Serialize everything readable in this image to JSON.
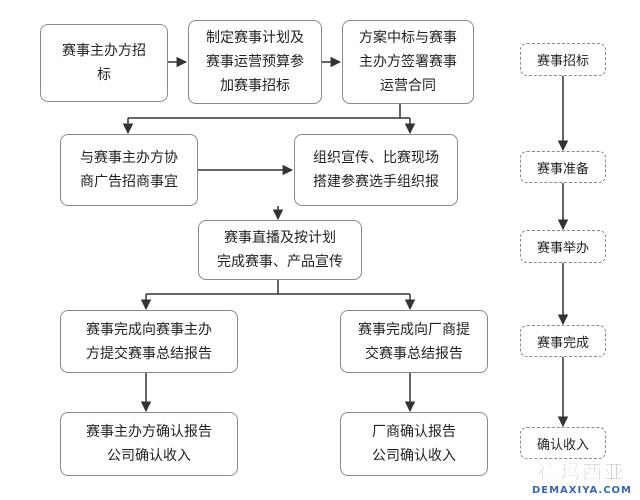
{
  "nodes": {
    "n1": "赛事主办方招\n标",
    "n2": "制定赛事计划及\n赛事运营预算参\n加赛事招标",
    "n3": "方案中标与赛事\n主办方签署赛事\n运营合同",
    "n4": "与赛事主办方协\n商广告招商事宜",
    "n5": "组织宣传、比赛现场\n搭建参赛选手组织报",
    "n6": "赛事直播及按计划\n完成赛事、产品宣传",
    "n7": "赛事完成向赛事主办\n方提交赛事总结报告",
    "n8": "赛事完成向厂商提\n交赛事总结报告",
    "n9": "赛事主办方确认报告\n公司确认收入",
    "n10": "厂商确认报告\n公司确认收入"
  },
  "stages": [
    "赛事招标",
    "赛事准备",
    "赛事举办",
    "赛事完成",
    "确认收入"
  ],
  "watermark": {
    "main": "德玛西亚",
    "sub": "DEMAXIYA.COM"
  }
}
